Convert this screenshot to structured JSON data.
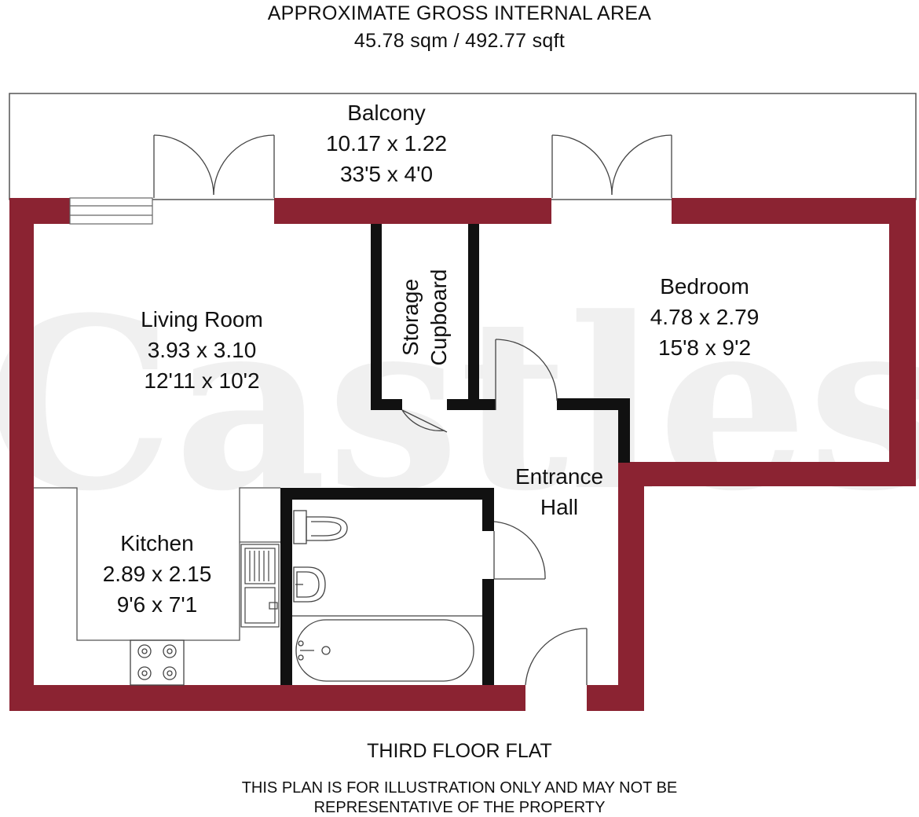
{
  "header": {
    "title": "APPROXIMATE GROSS INTERNAL AREA",
    "area": "45.78 sqm / 492.77 sqft"
  },
  "rooms": {
    "balcony": {
      "name": "Balcony",
      "dim_m": "10.17 x 1.22",
      "dim_ft": "33'5 x 4'0"
    },
    "living": {
      "name": "Living Room",
      "dim_m": "3.93 x 3.10",
      "dim_ft": "12'11 x 10'2"
    },
    "bedroom": {
      "name": "Bedroom",
      "dim_m": "4.78 x 2.79",
      "dim_ft": "15'8 x 9'2"
    },
    "kitchen": {
      "name": "Kitchen",
      "dim_m": "2.89 x 2.15",
      "dim_ft": "9'6 x 7'1"
    },
    "storage": {
      "line1": "Storage",
      "line2": "Cupboard"
    },
    "hall": {
      "line1": "Entrance",
      "line2": "Hall"
    }
  },
  "footer": {
    "floor": "THIRD FLOOR FLAT",
    "disclaimer_1": "THIS PLAN IS FOR ILLUSTRATION ONLY AND MAY NOT BE",
    "disclaimer_2": "REPRESENTATIVE OF THE PROPERTY"
  },
  "watermark": {
    "text": "Castles"
  },
  "colors": {
    "exterior_wall": "#8b2332",
    "interior_wall": "#111111",
    "watermark": "#e6e6e6"
  }
}
